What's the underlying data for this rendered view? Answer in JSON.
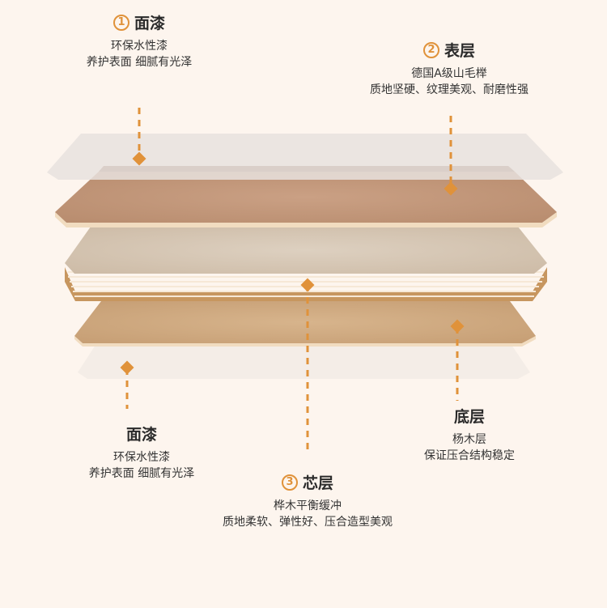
{
  "colors": {
    "accent": "#e0923a",
    "background": "#fdf5ee"
  },
  "labels": {
    "top_left": {
      "badge": "1",
      "title": "面漆",
      "lines": [
        "环保水性漆",
        "养护表面 细腻有光泽"
      ]
    },
    "top_right": {
      "badge": "2",
      "title": "表层",
      "lines": [
        "德国A级山毛榉",
        "质地坚硬、纹理美观、耐磨性强"
      ]
    },
    "bottom_left": {
      "title": "面漆",
      "lines": [
        "环保水性漆",
        "养护表面 细腻有光泽"
      ]
    },
    "bottom_right": {
      "title": "底层",
      "lines": [
        "杨木层",
        "保证压合结构稳定"
      ]
    },
    "center": {
      "badge": "3",
      "title": "芯层",
      "lines": [
        "桦木平衡缓冲",
        "质地柔软、弹性好、压合造型美观"
      ]
    }
  }
}
